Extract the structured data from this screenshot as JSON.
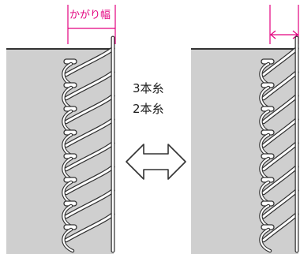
{
  "labels": {
    "overlock_width": "かがり幅",
    "thread_3": "3本糸",
    "thread_2": "2本糸"
  },
  "colors": {
    "fabric": "#cfcfcf",
    "fabric_edge": "#333333",
    "thread_fill": "#ffffff",
    "thread_stroke": "#333333",
    "dimension": "#e3007f",
    "arrow": "#333333"
  },
  "icons": {
    "double_arrow": "double-headed-arrow-icon"
  }
}
